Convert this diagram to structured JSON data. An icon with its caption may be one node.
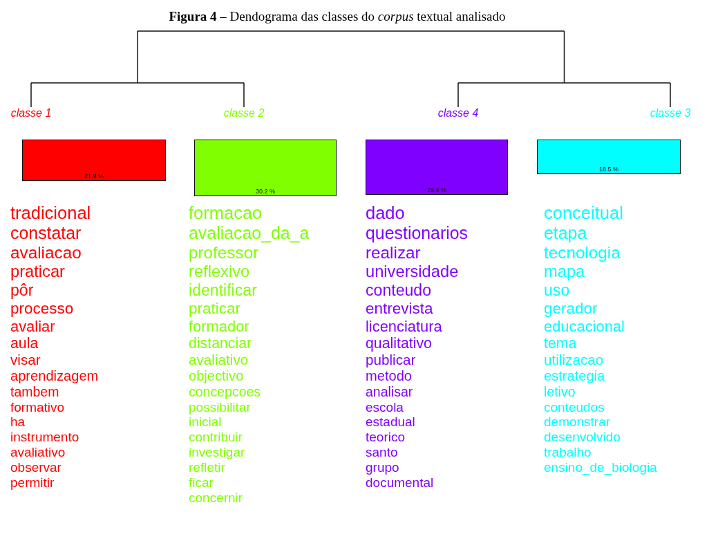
{
  "diagram": {
    "title": "**Figura 4** – Dendograma das classes do *corpus* textual analisado",
    "nodes": [
      {
        "text": [
          "classe  1",
          "21.9 %"
        ],
        "beside": [
          "tradicional",
          "constatar",
          "avaliacao",
          "praticar",
          "pôr",
          "processo",
          "avaliar",
          "aula",
          "visar",
          "aprendizagem",
          "tambem",
          "formativo",
          "ha",
          "instrumento",
          "avaliativo",
          "observar",
          "permitir"
        ]
      },
      {
        "text": [
          "classe  2",
          "30.2 %"
        ],
        "beside": [
          "formacao",
          "avaliacao_da_a",
          "professor",
          "reflexivo",
          "identificar",
          "praticar",
          "formador",
          "distanciar",
          "avaliativo",
          "objectivo",
          "concepcoes",
          "possibilitar",
          "inicial",
          "contribuir",
          "investigar",
          "refletir",
          "ficar",
          "concernir"
        ]
      },
      {
        "text": [
          "classe  4",
          "29.4 %"
        ],
        "beside": [
          "dado",
          "questionarios",
          "realizar",
          "universidade",
          "conteudo",
          "entrevista",
          "licenciatura",
          "qualitativo",
          "publicar",
          "metodo",
          "analisar",
          "escola",
          "estadual",
          "teorico",
          "santo",
          "grupo",
          "documental"
        ]
      },
      {
        "text": [
          "classe  3",
          "18.5 %"
        ],
        "beside": [
          "conceitual",
          "etapa",
          "tecnologia",
          "mapa",
          "uso",
          "gerador",
          "educacional",
          "tema",
          "utilizacao",
          "estrategia",
          "letivo",
          "conteudos",
          "demonstrar",
          "desenvolvido",
          "trabalho",
          "ensino_de_biologia"
        ]
      }
    ]
  }
}
